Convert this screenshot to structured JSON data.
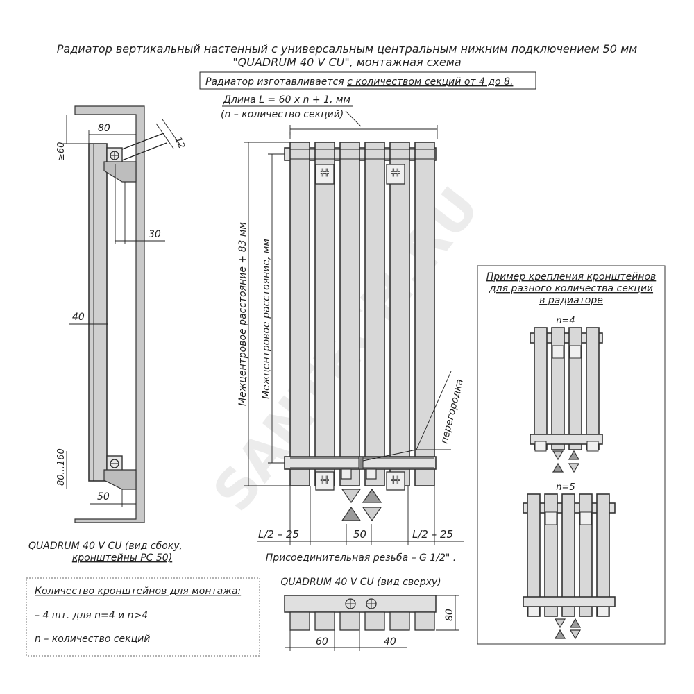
{
  "title": {
    "line1": "Радиатор вертикальный настенный с универсальным центральным нижним подключением 50 мм",
    "line2": "\"QUADRUM 40 V CU\", монтажная схема"
  },
  "sections_note": {
    "prefix": "Радиатор изготавливается ",
    "underlined": "с количеством секций от 4 до 8."
  },
  "length_note": {
    "formula": "Длина L = 60 x n + 1, мм",
    "legend": "(n – количество секций)"
  },
  "side_view": {
    "dim_width": "80",
    "dim_top": "≥60",
    "dim_bracket": "12",
    "dim_offset": "30",
    "dim_depth": "40",
    "dim_bottom": "80...160",
    "dim_bracket_bottom": "50",
    "caption_line1": "QUADRUM 40 V CU (вид сбоку,",
    "caption_line2": "кронштейны PC 50)"
  },
  "front_view": {
    "label_outer": "Межцентровое расстояние + 83 мм",
    "label_inner": "Межцентровое расстояние, мм",
    "label_partition": "перегородка",
    "dim_left": "L/2 – 25",
    "dim_center": "50",
    "dim_right": "L/2 – 25",
    "thread_note": "Присоединительная резьба – G 1/2\" ."
  },
  "top_view": {
    "caption": "QUADRUM 40 V CU (вид сверху)",
    "dim_depth": "80",
    "dim_pitch": "60",
    "dim_section": "40"
  },
  "brackets_box": {
    "title": "Количество кронштейнов для монтажа:",
    "line1": "– 4 шт. для n=4 и n>4",
    "line2": "n – количество секций"
  },
  "example_box": {
    "title_line1": "Пример крепления кронштейнов",
    "title_line2": "для разного количества секций",
    "title_line3": "в радиаторе",
    "label_n4": "n=4",
    "label_n5": "n=5"
  },
  "watermark": "SANTECH.RU",
  "colors": {
    "section_fill": "#d8d8d8",
    "wall_fill": "#c9c9c9",
    "arrow_supply": "#9a9a9a",
    "arrow_return": "#cfcfcf",
    "line": "#222222"
  }
}
